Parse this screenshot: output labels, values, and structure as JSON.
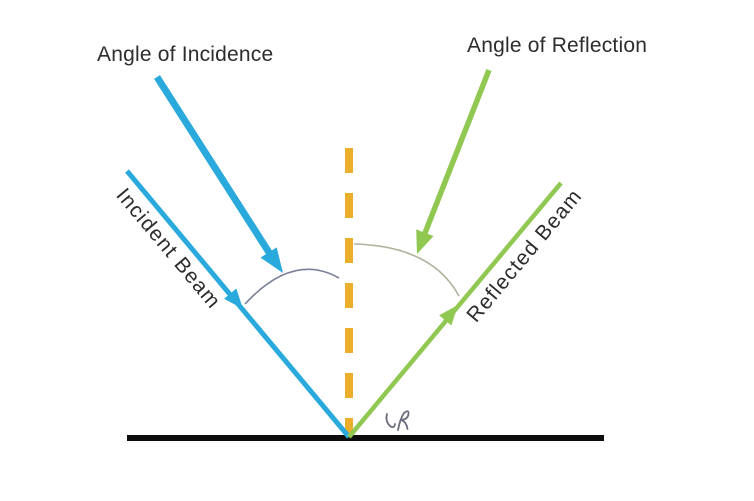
{
  "diagram": {
    "incidence_title": "Angle of Incidence",
    "reflection_title": "Angle of Reflection",
    "incident_beam_label": "Incident Beam",
    "reflected_beam_label": "Reflected Beam"
  },
  "colors": {
    "incident_blue": "#29A9DC",
    "reflected_green": "#90C852",
    "normal_gold": "#EBAF2B",
    "surface_black": "#0D0D0D",
    "incidence_arc_gray": "#7B809A",
    "reflection_arc_gray": "#ADB49C",
    "label_text": "#2D2D2D",
    "cursor_gray": "#6B6D7C"
  }
}
